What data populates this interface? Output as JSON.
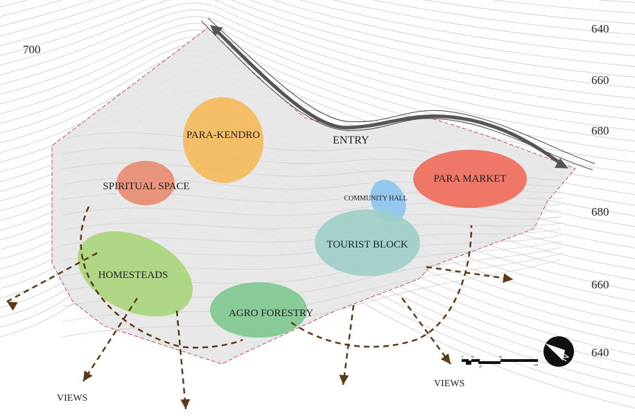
{
  "zones": [
    {
      "name": "para-kendro",
      "label": "PARA-KENDRO",
      "color": "#f5b85a"
    },
    {
      "name": "spiritual-space",
      "label": "SPIRITUAL SPACE",
      "color": "#e88a70"
    },
    {
      "name": "para-market",
      "label": "PARA MARKET",
      "color": "#ee6a5a"
    },
    {
      "name": "community-hall",
      "label": "COMMUNITY HALL",
      "color": "#8cc4ee"
    },
    {
      "name": "tourist-block",
      "label": "TOURIST BLOCK",
      "color": "#9ccfc8"
    },
    {
      "name": "homesteads",
      "label": "HOMESTEADS",
      "color": "#a8d47a"
    },
    {
      "name": "agro-forestry",
      "label": "AGRO FORESTRY",
      "color": "#7dc890"
    }
  ],
  "entry_label": "ENTRY",
  "views_labels": [
    "VIEWS",
    "VIEWS"
  ],
  "contour_labels": {
    "left": [
      "700"
    ],
    "right": [
      "640",
      "660",
      "680",
      "680",
      "660",
      "640"
    ]
  },
  "scale_bar": [
    "0",
    "10",
    "20",
    "50",
    "100"
  ],
  "north_symbol": "N",
  "colors": {
    "arrow": "#5a3a1a",
    "road": "#555555",
    "site": "#e6e6e6",
    "boundary": "#c0505a"
  }
}
